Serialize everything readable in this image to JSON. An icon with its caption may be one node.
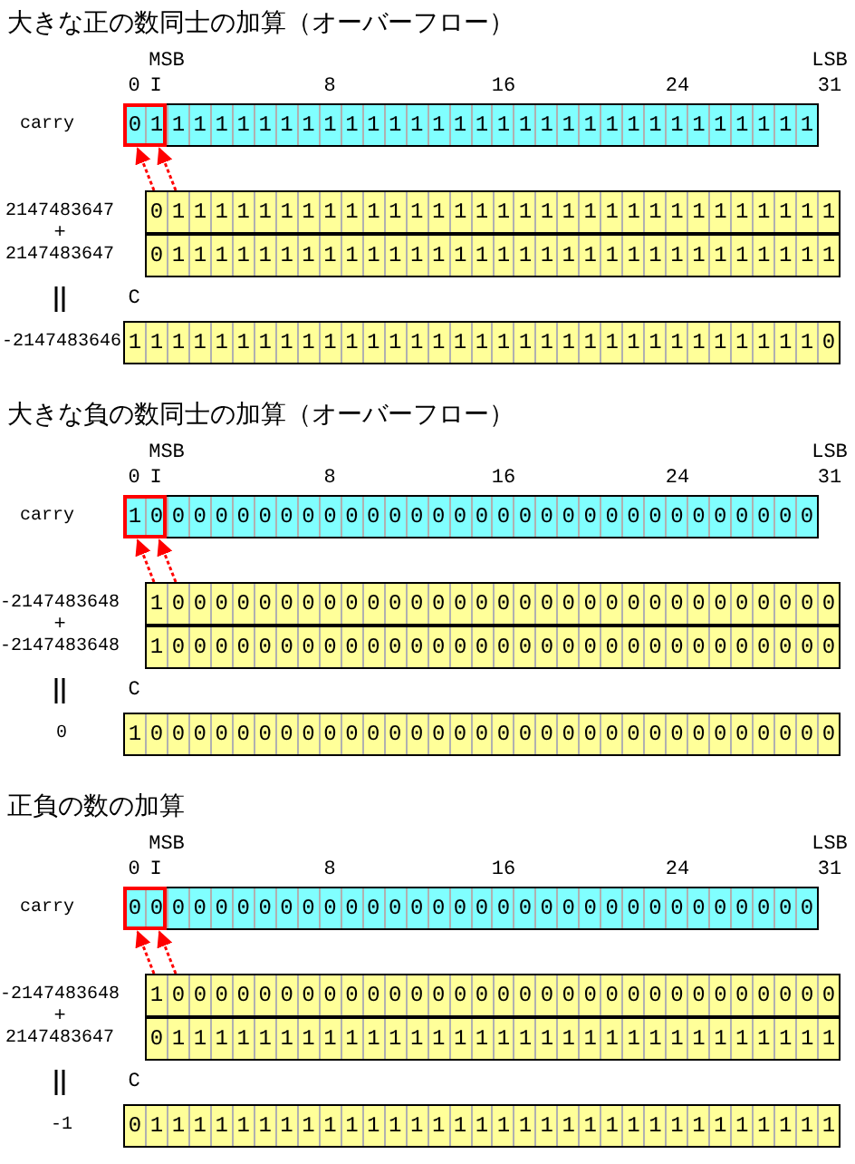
{
  "diagram": {
    "nodes": [
      {
        "text": [
          "0",
          "1",
          "1",
          "1",
          "1",
          "1",
          "1",
          "1",
          "1",
          "1",
          "1",
          "1",
          "1",
          "1",
          "1",
          "1",
          "1",
          "1",
          "1",
          "1",
          "1",
          "1",
          "1",
          "1",
          "1",
          "1",
          "1",
          "1",
          "1",
          "1",
          "1",
          "1"
        ],
        "beside": [
          "carry"
        ]
      },
      {
        "text": [
          "0",
          "1",
          "1",
          "1",
          "1",
          "1",
          "1",
          "1",
          "1",
          "1",
          "1",
          "1",
          "1",
          "1",
          "1",
          "1",
          "1",
          "1",
          "1",
          "1",
          "1",
          "1",
          "1",
          "1",
          "1",
          "1",
          "1",
          "1",
          "1",
          "1",
          "1",
          "1"
        ],
        "beside": [
          "2147483647"
        ]
      },
      {
        "text": [
          "0",
          "1",
          "1",
          "1",
          "1",
          "1",
          "1",
          "1",
          "1",
          "1",
          "1",
          "1",
          "1",
          "1",
          "1",
          "1",
          "1",
          "1",
          "1",
          "1",
          "1",
          "1",
          "1",
          "1",
          "1",
          "1",
          "1",
          "1",
          "1",
          "1",
          "1",
          "1"
        ],
        "beside": [
          "2147483647"
        ]
      },
      {
        "text": [
          "1",
          "1",
          "1",
          "1",
          "1",
          "1",
          "1",
          "1",
          "1",
          "1",
          "1",
          "1",
          "1",
          "1",
          "1",
          "1",
          "1",
          "1",
          "1",
          "1",
          "1",
          "1",
          "1",
          "1",
          "1",
          "1",
          "1",
          "1",
          "1",
          "1",
          "1",
          "1",
          "0"
        ],
        "beside": [
          "-2147483646"
        ]
      },
      {
        "text": [
          "1",
          "0",
          "0",
          "0",
          "0",
          "0",
          "0",
          "0",
          "0",
          "0",
          "0",
          "0",
          "0",
          "0",
          "0",
          "0",
          "0",
          "0",
          "0",
          "0",
          "0",
          "0",
          "0",
          "0",
          "0",
          "0",
          "0",
          "0",
          "0",
          "0",
          "0",
          "0"
        ],
        "beside": [
          "carry"
        ]
      },
      {
        "text": [
          "1",
          "0",
          "0",
          "0",
          "0",
          "0",
          "0",
          "0",
          "0",
          "0",
          "0",
          "0",
          "0",
          "0",
          "0",
          "0",
          "0",
          "0",
          "0",
          "0",
          "0",
          "0",
          "0",
          "0",
          "0",
          "0",
          "0",
          "0",
          "0",
          "0",
          "0",
          "0"
        ],
        "beside": [
          "-2147483648"
        ]
      },
      {
        "text": [
          "1",
          "0",
          "0",
          "0",
          "0",
          "0",
          "0",
          "0",
          "0",
          "0",
          "0",
          "0",
          "0",
          "0",
          "0",
          "0",
          "0",
          "0",
          "0",
          "0",
          "0",
          "0",
          "0",
          "0",
          "0",
          "0",
          "0",
          "0",
          "0",
          "0",
          "0",
          "0"
        ],
        "beside": [
          "-2147483648"
        ]
      },
      {
        "text": [
          "1",
          "0",
          "0",
          "0",
          "0",
          "0",
          "0",
          "0",
          "0",
          "0",
          "0",
          "0",
          "0",
          "0",
          "0",
          "0",
          "0",
          "0",
          "0",
          "0",
          "0",
          "0",
          "0",
          "0",
          "0",
          "0",
          "0",
          "0",
          "0",
          "0",
          "0",
          "0",
          "0"
        ],
        "beside": [
          "0"
        ]
      },
      {
        "text": [
          "0",
          "0",
          "0",
          "0",
          "0",
          "0",
          "0",
          "0",
          "0",
          "0",
          "0",
          "0",
          "0",
          "0",
          "0",
          "0",
          "0",
          "0",
          "0",
          "0",
          "0",
          "0",
          "0",
          "0",
          "0",
          "0",
          "0",
          "0",
          "0",
          "0",
          "0",
          "0"
        ],
        "beside": [
          "carry"
        ]
      },
      {
        "text": [
          "1",
          "0",
          "0",
          "0",
          "0",
          "0",
          "0",
          "0",
          "0",
          "0",
          "0",
          "0",
          "0",
          "0",
          "0",
          "0",
          "0",
          "0",
          "0",
          "0",
          "0",
          "0",
          "0",
          "0",
          "0",
          "0",
          "0",
          "0",
          "0",
          "0",
          "0",
          "0"
        ],
        "beside": [
          "-2147483648"
        ]
      },
      {
        "text": [
          "0",
          "1",
          "1",
          "1",
          "1",
          "1",
          "1",
          "1",
          "1",
          "1",
          "1",
          "1",
          "1",
          "1",
          "1",
          "1",
          "1",
          "1",
          "1",
          "1",
          "1",
          "1",
          "1",
          "1",
          "1",
          "1",
          "1",
          "1",
          "1",
          "1",
          "1",
          "1"
        ],
        "beside": [
          "2147483647"
        ]
      },
      {
        "text": [
          "0",
          "1",
          "1",
          "1",
          "1",
          "1",
          "1",
          "1",
          "1",
          "1",
          "1",
          "1",
          "1",
          "1",
          "1",
          "1",
          "1",
          "1",
          "1",
          "1",
          "1",
          "1",
          "1",
          "1",
          "1",
          "1",
          "1",
          "1",
          "1",
          "1",
          "1",
          "1",
          "1"
        ],
        "beside": [
          "-1"
        ]
      }
    ],
    "edges": [
      {
        "from": 1,
        "to": 0,
        "arrow": "to",
        "style": "dashed",
        "color": "#ff0000"
      },
      {
        "from": 1,
        "to": 0,
        "arrow": "to",
        "style": "dashed",
        "color": "#ff0000"
      },
      {
        "from": 5,
        "to": 4,
        "arrow": "to",
        "style": "dashed",
        "color": "#ff0000"
      },
      {
        "from": 5,
        "to": 4,
        "arrow": "to",
        "style": "dashed",
        "color": "#ff0000"
      },
      {
        "from": 9,
        "to": 8,
        "arrow": "to",
        "style": "dashed",
        "color": "#ff0000"
      },
      {
        "from": 9,
        "to": 8,
        "arrow": "to",
        "style": "dashed",
        "color": "#ff0000"
      }
    ],
    "labels": [
      "大きな正の数同士の加算（オーバーフロー）",
      "MSB",
      "LSB",
      "0",
      "I",
      "8",
      "16",
      "24",
      "31",
      "+",
      "C",
      "大きな負の数同士の加算（オーバーフロー）",
      "MSB",
      "LSB",
      "0",
      "I",
      "8",
      "16",
      "24",
      "31",
      "+",
      "C",
      "正負の数の加算",
      "MSB",
      "LSB",
      "0",
      "I",
      "8",
      "16",
      "24",
      "31",
      "+",
      "C"
    ]
  }
}
